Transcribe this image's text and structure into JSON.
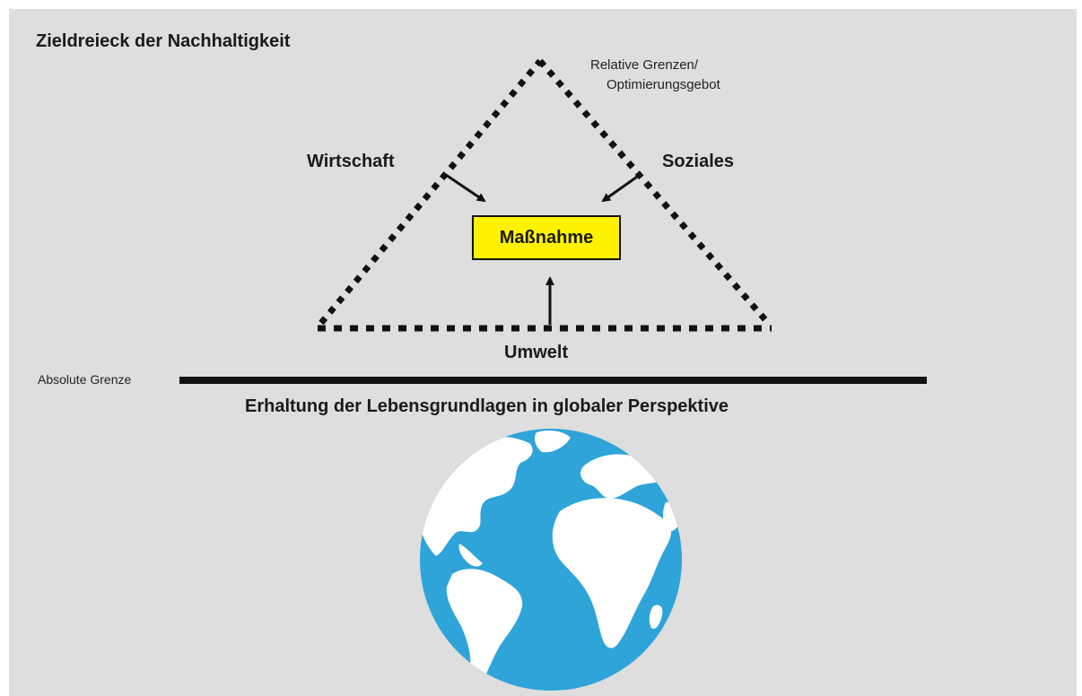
{
  "title": "Zieldreieck der Nachhaltigkeit",
  "triangle": {
    "apex_label_line1": "Relative Grenzen/",
    "apex_label_line2": "Optimierungsgebot",
    "left_label": "Wirtschaft",
    "right_label": "Soziales",
    "bottom_label": "Umwelt"
  },
  "center_box": {
    "label": "Maßnahme",
    "fill_color": "#fff200"
  },
  "boundary": {
    "label": "Absolute Grenze"
  },
  "bottom_heading": "Erhaltung der Lebensgrundlagen in globaler Perspektive",
  "globe": {
    "icon": "globe-icon",
    "ocean_color": "#2ea4d9",
    "land_color": "#ffffff"
  },
  "colors": {
    "background": "#dedede",
    "lines": "#111111"
  }
}
